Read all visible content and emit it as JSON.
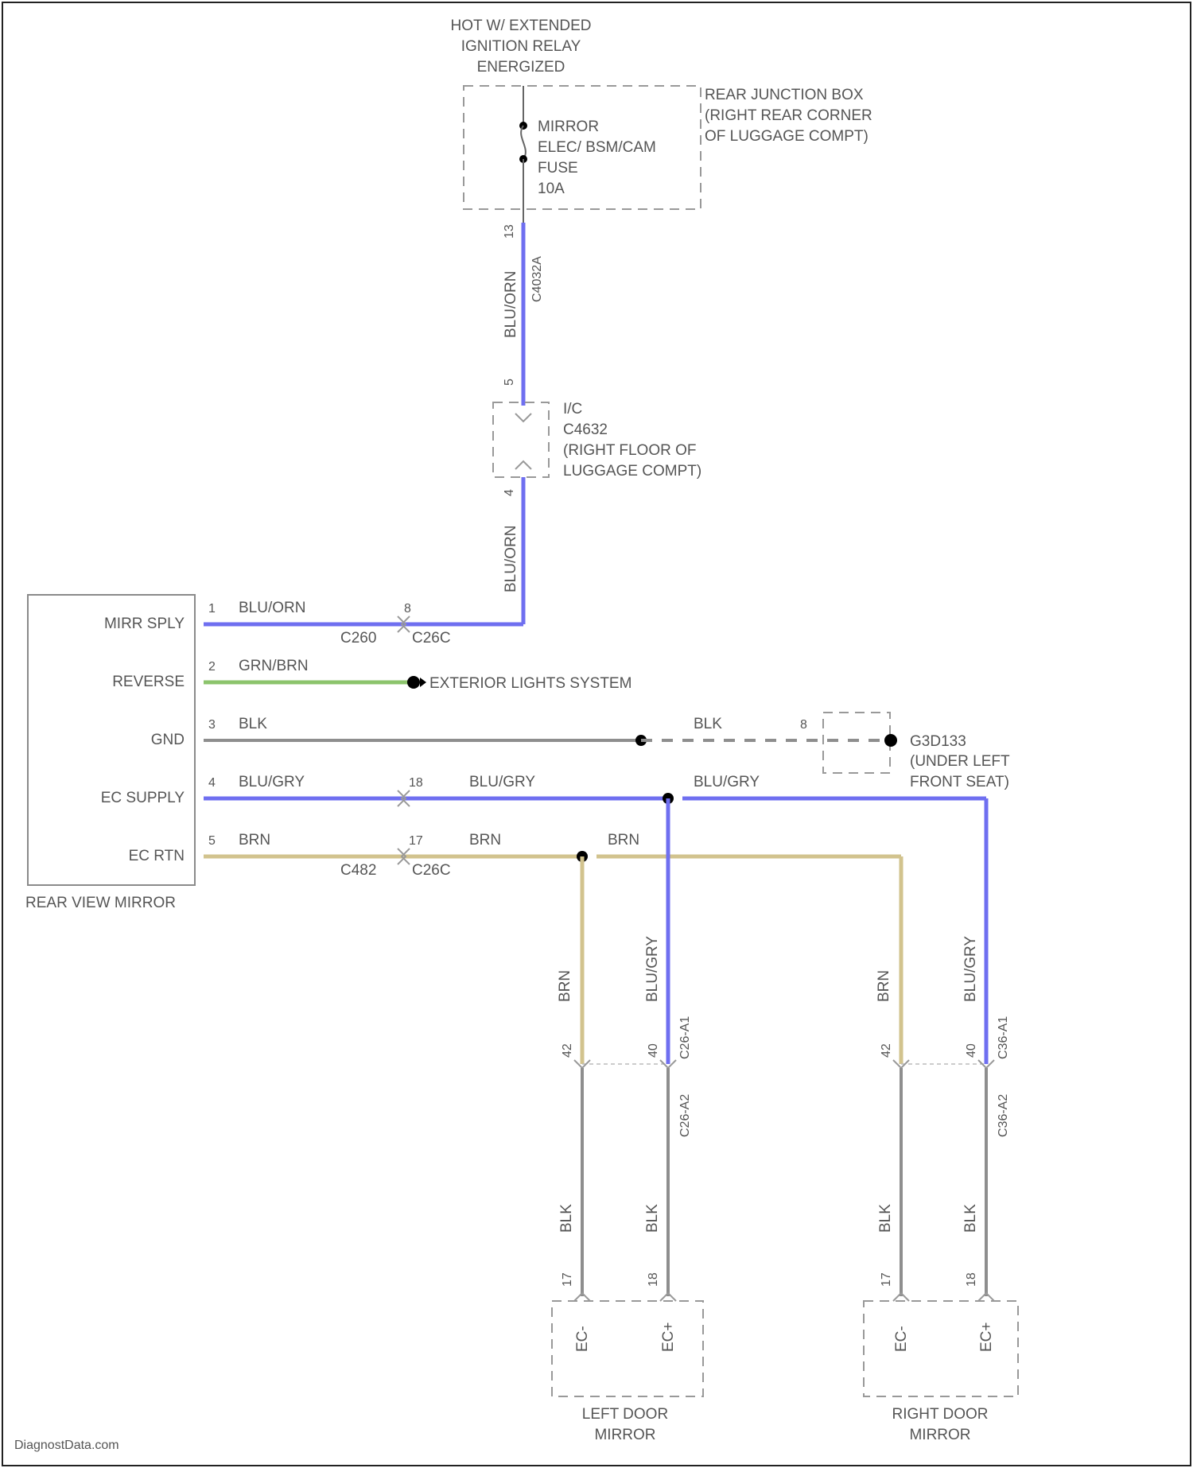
{
  "colors": {
    "blu_gry": "#6f6ff0",
    "blu_orn": "#6f6ff0",
    "grn_brn": "#8cc46c",
    "blk": "#8e8e8e",
    "brn": "#d2c38e"
  },
  "power": {
    "hot": [
      "HOT W/ EXTENDED",
      "IGNITION RELAY",
      "ENERGIZED"
    ],
    "junction_box": [
      "REAR JUNCTION BOX",
      "(RIGHT REAR CORNER",
      "OF LUGGAGE COMPT)"
    ],
    "fuse": [
      "MIRROR",
      "ELEC/ BSM/CAM",
      "FUSE",
      "10A"
    ],
    "fuse_pin": "13",
    "fuse_connector": "C4032A",
    "wire_upper": "BLU/ORN",
    "wire_lower": "BLU/ORN"
  },
  "inline_connector": {
    "pin_top": "5",
    "pin_bottom": "4",
    "label": [
      "I/C",
      "C4632",
      "(RIGHT FLOOR OF",
      "LUGGAGE COMPT)"
    ]
  },
  "mirror": {
    "name": "REAR VIEW MIRROR",
    "connector_left": "C260",
    "connector_right": "C26C",
    "connector_left_2": "C482",
    "connector_right_2": "C26C",
    "pins": [
      {
        "num": "1",
        "label": "MIRR SPLY",
        "wire": "BLU/ORN"
      },
      {
        "num": "2",
        "label": "REVERSE",
        "wire": "GRN/BRN"
      },
      {
        "num": "3",
        "label": "GND",
        "wire": "BLK"
      },
      {
        "num": "4",
        "label": "EC SUPPLY",
        "wire": "BLU/GRY"
      },
      {
        "num": "5",
        "label": "EC RTN",
        "wire": "BRN"
      }
    ],
    "mid_pins": {
      "p1": "8",
      "p4": "18",
      "p5": "17"
    }
  },
  "reverse": {
    "dest": "EXTERIOR LIGHTS SYSTEM"
  },
  "ground": {
    "wire": "BLK",
    "pin": "8",
    "id": "G3D133",
    "label": [
      "(UNDER LEFT",
      "FRONT SEAT)"
    ]
  },
  "ec": {
    "supply_wire": "BLU/GRY",
    "rtn_wire": "BRN"
  },
  "door_mirrors": [
    {
      "name": [
        "LEFT DOOR",
        "MIRROR"
      ],
      "wire_brn": "BRN",
      "wire_blu": "BLU/GRY",
      "conn_top": "C26-A1",
      "conn_bot": "C26-A2",
      "pin_brn": "42",
      "pin_blu": "40",
      "wire_lower": "BLK",
      "pin_lower_l": "17",
      "pin_lower_r": "18",
      "term_l": "EC-",
      "term_r": "EC+"
    },
    {
      "name": [
        "RIGHT DOOR",
        "MIRROR"
      ],
      "wire_brn": "BRN",
      "wire_blu": "BLU/GRY",
      "conn_top": "C36-A1",
      "conn_bot": "C36-A2",
      "pin_brn": "42",
      "pin_blu": "40",
      "wire_lower": "BLK",
      "pin_lower_l": "17",
      "pin_lower_r": "18",
      "term_l": "EC-",
      "term_r": "EC+"
    }
  ],
  "watermark": "DiagnostData.com"
}
